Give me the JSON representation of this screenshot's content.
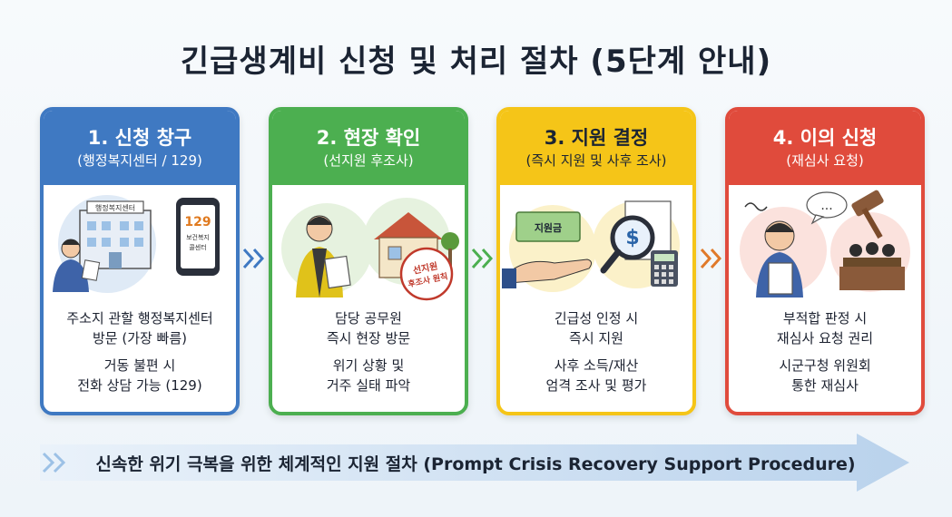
{
  "title": "긴급생계비 신청 및 처리 절차 (5단계 안내)",
  "steps": [
    {
      "heading": "1. 신청 창구",
      "subheading": "(행정복지센터 / 129)",
      "building_sign": "행정복지센터",
      "phone_number": "129",
      "phone_label_1": "보건복지",
      "phone_label_2": "콜센터",
      "lines_a": [
        "주소지 관할 행정복지센터",
        "방문 (가장 빠름)"
      ],
      "lines_b": [
        "거동 불편 시",
        "전화 상담 가능 (129)"
      ]
    },
    {
      "heading": "2. 현장 확인",
      "subheading": "(선지원 후조사)",
      "stamp_1": "선지원",
      "stamp_2": "후조사 원칙",
      "lines_a": [
        "담당 공무원",
        "즉시 현장 방문"
      ],
      "lines_b": [
        "위기 상황 및",
        "거주 실태 파악"
      ]
    },
    {
      "heading": "3. 지원 결정",
      "subheading": "(즉시 지원 및 사후 조사)",
      "bill_label": "지원금",
      "lines_a": [
        "긴급성 인정 시",
        "즉시 지원"
      ],
      "lines_b": [
        "사후 소득/재산",
        "엄격 조사 및 평가"
      ]
    },
    {
      "heading": "4. 이의 신청",
      "subheading": "(재심사 요청)",
      "bubble_text": "...",
      "lines_a": [
        "부적합 판정 시",
        "재심사 요청 권리"
      ],
      "lines_b": [
        "시군구청 위원회",
        "통한 재심사"
      ]
    }
  ],
  "banner": "신속한 위기 극복을 위한 체계적인 지원 절차 (Prompt Crisis Recovery Support Procedure)",
  "colors": {
    "step1": "#3f79c2",
    "step2": "#4caf50",
    "step3": "#f5c518",
    "step4": "#e04b3c",
    "banner": "#cfe0f1"
  },
  "icons": [
    "office-building-icon",
    "phone-icon",
    "worker-with-clipboard-icon",
    "house-icon",
    "money-hand-icon",
    "magnifier-dollar-icon",
    "calculator-icon",
    "worried-person-icon",
    "gavel-icon",
    "committee-icon"
  ]
}
